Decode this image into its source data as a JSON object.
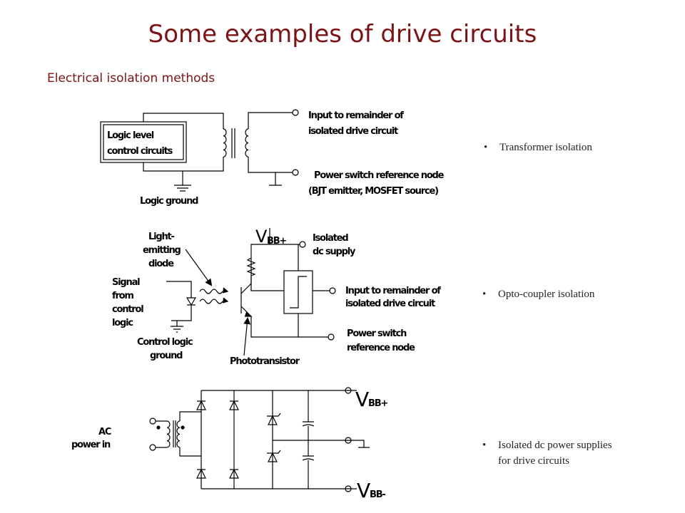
{
  "title": "Some examples of drive circuits",
  "subtitle": "Electrical isolation methods",
  "bullets": [
    {
      "text": "Transformer isolation"
    },
    {
      "text": "Opto-coupler isolation"
    },
    {
      "line1": "Isolated dc power supplies",
      "line2": "for drive circuits"
    }
  ],
  "transformer": {
    "box_line1": "Logic level",
    "box_line2": "control circuits",
    "ground_label": "Logic ground",
    "output1_line1": "Input to remainder of",
    "output1_line2": "isolated drive circuit",
    "output2_line1": "Power switch reference node",
    "output2_line2": "(BJT emitter, MOSFET source)"
  },
  "opto": {
    "led_line1": "Light-",
    "led_line2": "emitting",
    "led_line3": "diode",
    "signal_line1": "Signal",
    "signal_line2": "from",
    "signal_line3": "control",
    "signal_line4": "logic",
    "ground_line1": "Control logic",
    "ground_line2": "ground",
    "phototransistor": "Phototransistor",
    "supply_symbol": "V",
    "supply_sub": "BB+",
    "isolated_line1": "Isolated",
    "isolated_line2": "dc supply",
    "output1_line1": "Input to remainder of",
    "output1_line2": "isolated drive circuit",
    "output2_line1": "Power switch",
    "output2_line2": "reference node"
  },
  "supply": {
    "ac_line1": "AC",
    "ac_line2": "power in",
    "vplus_symbol": "V",
    "vplus_sub": "BB+",
    "vminus_symbol": "V",
    "vminus_sub": "BB-"
  }
}
